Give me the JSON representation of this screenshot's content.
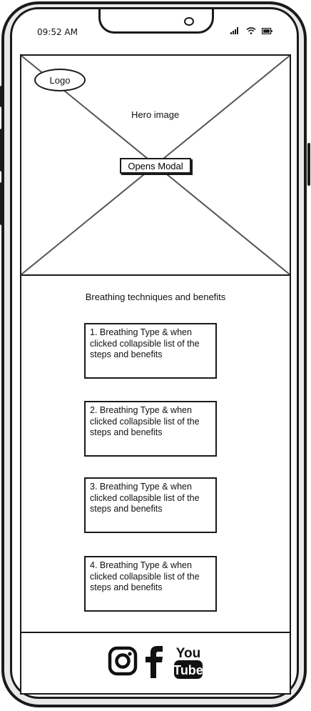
{
  "status_bar": {
    "time": "09:52 AM"
  },
  "hero": {
    "logo_label": "Logo",
    "image_label": "Hero image",
    "modal_button_label": "Opens Modal"
  },
  "content": {
    "section_title": "Breathing techniques and benefits",
    "cards": [
      {
        "text": "1. Breathing Type & when clicked collapsible list of the steps and benefits"
      },
      {
        "text": "2. Breathing Type & when clicked collapsible list of the steps and benefits"
      },
      {
        "text": "3. Breathing Type & when clicked collapsible list of the steps and benefits"
      },
      {
        "text": "4. Breathing Type & when clicked collapsible list of the steps and benefits"
      }
    ]
  },
  "footer": {
    "social_icons": [
      "instagram-icon",
      "facebook-icon",
      "youtube-icon"
    ],
    "youtube_top": "You",
    "youtube_bottom": "Tube"
  }
}
